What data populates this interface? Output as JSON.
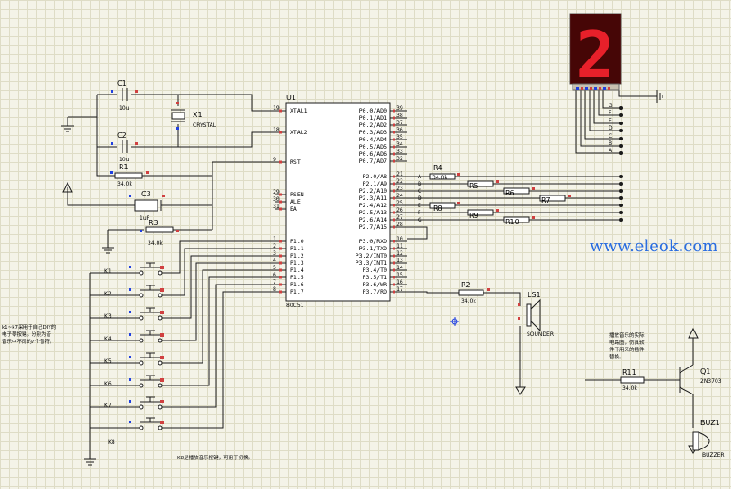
{
  "mcu": {
    "ref": "U1",
    "part": "80C51",
    "left_pins": [
      [
        "19",
        "XTAL1"
      ],
      [
        "18",
        "XTAL2"
      ],
      [
        "9",
        "RST"
      ],
      [
        "29",
        "PSEN"
      ],
      [
        "30",
        "ALE"
      ],
      [
        "31",
        "EA"
      ],
      [
        "1",
        "P1.0"
      ],
      [
        "2",
        "P1.1"
      ],
      [
        "3",
        "P1.2"
      ],
      [
        "4",
        "P1.3"
      ],
      [
        "5",
        "P1.4"
      ],
      [
        "6",
        "P1.5"
      ],
      [
        "7",
        "P1.6"
      ],
      [
        "8",
        "P1.7"
      ]
    ],
    "right_p0": [
      [
        "39",
        "P0.0/AD0"
      ],
      [
        "38",
        "P0.1/AD1"
      ],
      [
        "37",
        "P0.2/AD2"
      ],
      [
        "36",
        "P0.3/AD3"
      ],
      [
        "35",
        "P0.4/AD4"
      ],
      [
        "34",
        "P0.5/AD5"
      ],
      [
        "33",
        "P0.6/AD6"
      ],
      [
        "32",
        "P0.7/AD7"
      ]
    ],
    "right_p2": [
      [
        "21",
        "P2.0/A8"
      ],
      [
        "22",
        "P2.1/A9"
      ],
      [
        "23",
        "P2.2/A10"
      ],
      [
        "24",
        "P2.3/A11"
      ],
      [
        "25",
        "P2.4/A12"
      ],
      [
        "26",
        "P2.5/A13"
      ],
      [
        "27",
        "P2.6/A14"
      ],
      [
        "28",
        "P2.7/A15"
      ]
    ],
    "right_p3": [
      [
        "10",
        "P3.0/RXD"
      ],
      [
        "11",
        "P3.1/TXD"
      ],
      [
        "12",
        "P3.2/INT0"
      ],
      [
        "13",
        "P3.3/INT1"
      ],
      [
        "14",
        "P3.4/T0"
      ],
      [
        "15",
        "P3.5/T1"
      ],
      [
        "16",
        "P3.6/WR"
      ],
      [
        "17",
        "P3.7/RD"
      ]
    ]
  },
  "parts": {
    "c1": {
      "ref": "C1",
      "value": "10u"
    },
    "c2": {
      "ref": "C2",
      "value": "10u"
    },
    "x1": {
      "ref": "X1",
      "value": "CRYSTAL"
    },
    "r1": {
      "ref": "R1",
      "value": "34.0k"
    },
    "c3": {
      "ref": "C3",
      "value": "1uF"
    },
    "r3": {
      "ref": "R3",
      "value": "34.0k"
    },
    "r2": {
      "ref": "R2",
      "value": "34.0k"
    },
    "r11": {
      "ref": "R11",
      "value": "34.0k"
    },
    "r4": {
      "ref": "R4",
      "value": "34.0k"
    },
    "r5": {
      "ref": "R5"
    },
    "r6": {
      "ref": "R6"
    },
    "r7": {
      "ref": "R7"
    },
    "r8": {
      "ref": "R8"
    },
    "r9": {
      "ref": "R9"
    },
    "r10": {
      "ref": "R10"
    },
    "ls1": {
      "ref": "LS1",
      "value": "SOUNDER"
    },
    "q1": {
      "ref": "Q1",
      "value": "2N3703"
    },
    "buz1": {
      "ref": "BUZ1",
      "value": "BUZZER"
    }
  },
  "display": {
    "digit": "2",
    "segments": [
      "G",
      "F",
      "E",
      "D",
      "C",
      "B",
      "A"
    ]
  },
  "bus_labels": [
    "A",
    "B",
    "C",
    "D",
    "E",
    "F",
    "G"
  ],
  "keys": [
    "K1",
    "K2",
    "K3",
    "K4",
    "K5",
    "K6",
    "K7",
    "K8"
  ],
  "notes": {
    "keys_note": [
      "k1~k7采用于自己DIY的",
      "电子琴按键。分别为音",
      "音乐中不同的7个音符。"
    ],
    "k8_note": "K8是播放音乐按键，可用于切换。",
    "buzzer_note": [
      "播放音乐的实际",
      "电路图，仿真软",
      "件下用来的插件",
      "替换。"
    ]
  },
  "watermark": "www.eleok.com",
  "colors": {
    "wire": "#1a1a1a",
    "pin_dot": "#d04040",
    "marker": "#2040e0",
    "seg_on": "#e8202a",
    "seg_bg": "#7a0a0a",
    "watermark": "#2a6de0"
  }
}
